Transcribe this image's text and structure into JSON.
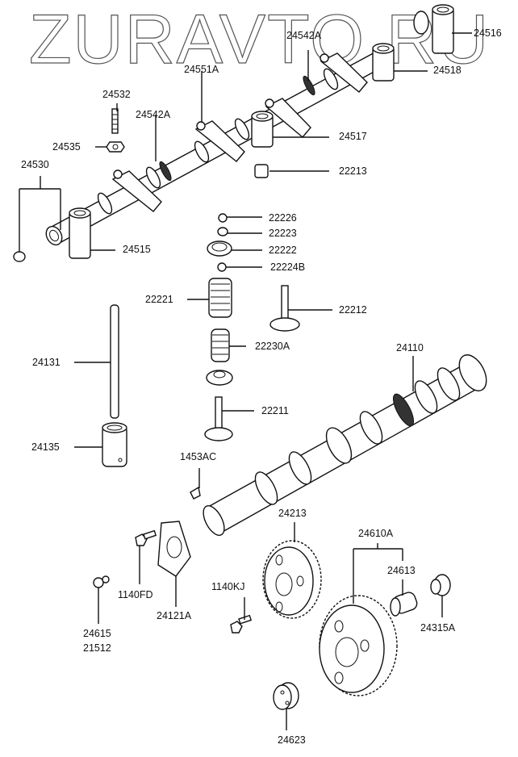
{
  "watermark": "ZURAVTO.RU",
  "title": "Camshaft & Valve - exploded parts diagram",
  "labels": {
    "p24516": "24516",
    "p24542A_top": "24542A",
    "p24518": "24518",
    "p24551A": "24551A",
    "p24532": "24532",
    "p24542A_mid": "24542A",
    "p24535": "24535",
    "p24517": "24517",
    "p24530": "24530",
    "p22213": "22213",
    "p24515": "24515",
    "p22226": "22226",
    "p22223": "22223",
    "p22222": "22222",
    "p22224B": "22224B",
    "p22221": "22221",
    "p22212": "22212",
    "p24131": "24131",
    "p22230A": "22230A",
    "p24110": "24110",
    "p22211": "22211",
    "p24135": "24135",
    "p1453AC": "1453AC",
    "p24213": "24213",
    "p24610A": "24610A",
    "p24613": "24613",
    "p1140FD": "1140FD",
    "p1140KJ": "1140KJ",
    "p24121A": "24121A",
    "p24315A": "24315A",
    "p24615": "24615",
    "p21512": "21512",
    "p24623": "24623"
  }
}
